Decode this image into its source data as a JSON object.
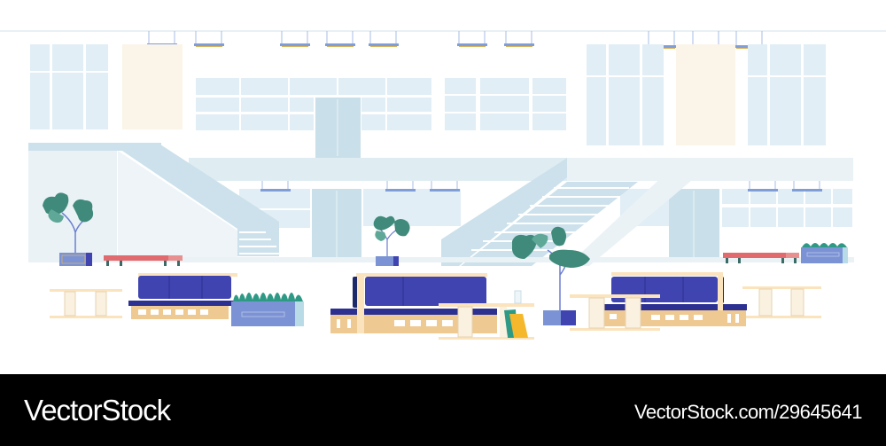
{
  "illustration": {
    "subject": "Modern lobby interior with staircases, sofas, tables and plants",
    "colors": {
      "background": "#ffffff",
      "window_glass": "#e1eef5",
      "stair_blue": "#cce1eb",
      "wall_pale": "#eaf2f6",
      "panel_cream": "#fbf4e8",
      "sofa_blue": "#3f44b0",
      "sofa_dark": "#1c2a6b",
      "wood": "#eec991",
      "wood_light": "#fbe3bd",
      "plant_green": "#3f8a7a",
      "plant_light": "#5fa898",
      "planter_blue": "#7b93d4",
      "bench_red": "#e06a6e",
      "book_yellow": "#f5b72c",
      "book_teal": "#2e9a86",
      "lamp_blue": "#7f9ed8",
      "lamp_gold": "#e0b45a"
    }
  },
  "watermark": {
    "brand": "VectorStock",
    "reference": "VectorStock.com/29645641"
  }
}
